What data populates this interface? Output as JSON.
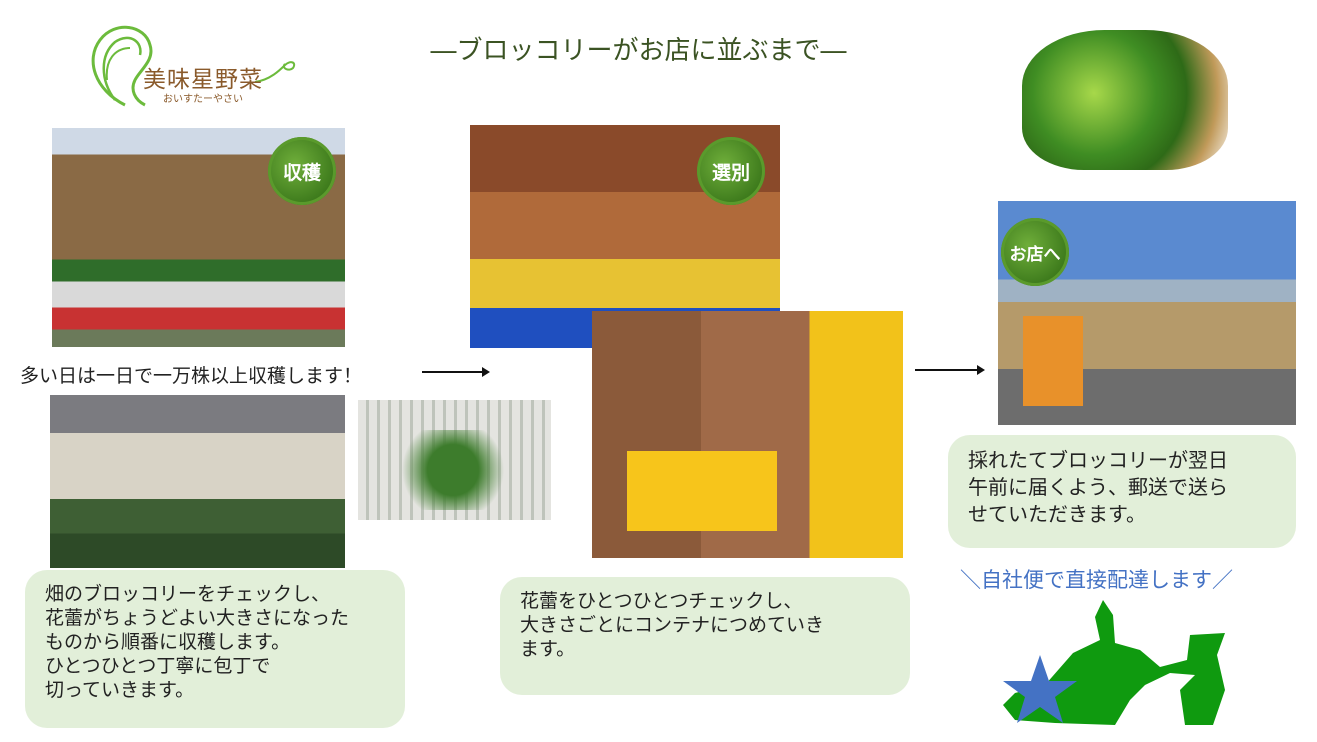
{
  "title": "―ブロッコリーがお店に並ぶまで―",
  "logo": {
    "name": "美味星野菜",
    "reading": "おいすたーやさい"
  },
  "steps": [
    {
      "badge": "収穫",
      "caption": "多い日は一日で一万株以上収穫します！",
      "description": [
        "畑のブロッコリーをチェックし、",
        "花蕾がちょうどよい大きさになった",
        "ものから順番に収穫します。",
        "ひとつひとつ丁寧に包丁で",
        "切っていきます。"
      ]
    },
    {
      "badge": "選別",
      "description": [
        "花蕾をひとつひとつチェックし、",
        "大きさごとにコンテナにつめていき",
        "ます。"
      ]
    },
    {
      "badge": "お店へ",
      "description": [
        "採れたてブロッコリーが翌日",
        "午前に届くよう、郵送で送ら",
        "せていただきます。"
      ]
    }
  ],
  "delivery_note": "＼自社便で直接配達します／",
  "colors": {
    "bubble": "#e2efd9",
    "title": "#3b5323",
    "note": "#4472c4",
    "map": "#0f9a0f",
    "star": "#4472c4"
  }
}
